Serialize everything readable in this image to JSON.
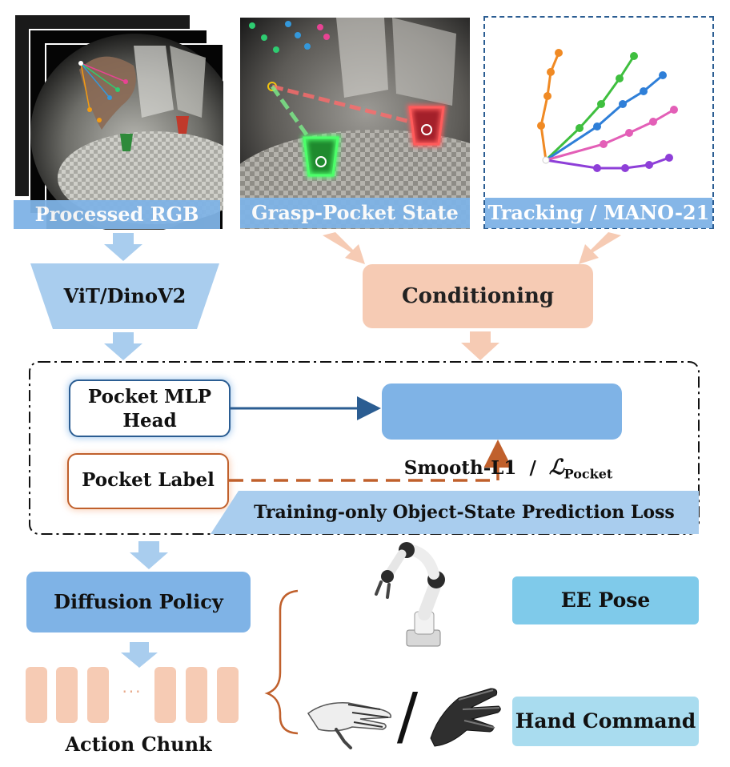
{
  "panels": {
    "rgb_caption": "Processed RGB",
    "grasp_caption": "Grasp-Pocket State",
    "tracking_caption": "Tracking / MANO-21"
  },
  "encoder": {
    "label": "ViT/DinoV2"
  },
  "conditioning": {
    "label": "Conditioning"
  },
  "training_block": {
    "head_line1": "Pocket MLP",
    "head_line2": "Head",
    "loss_prefix": "Smooth-L1  /  ",
    "loss_symbol": "ℒ",
    "loss_subscript": "Pocket",
    "label_box": "Pocket Label",
    "banner": "Training-only Object-State Prediction Loss"
  },
  "policy": {
    "label": "Diffusion Policy"
  },
  "action_chunk": {
    "ellipsis": "···",
    "caption": "Action Chunk"
  },
  "outputs": {
    "ee_pose": "EE Pose",
    "slash": "/",
    "hand_command": "Hand Command"
  },
  "colors": {
    "blue_light": "#a9cdee",
    "blue_mid": "#7fb3e6",
    "blue_dark": "#2b5d92",
    "peach": "#f6cbb4",
    "orange": "#c0602c",
    "cyan": "#7fcaea",
    "cyan_light": "#a9dcef"
  }
}
